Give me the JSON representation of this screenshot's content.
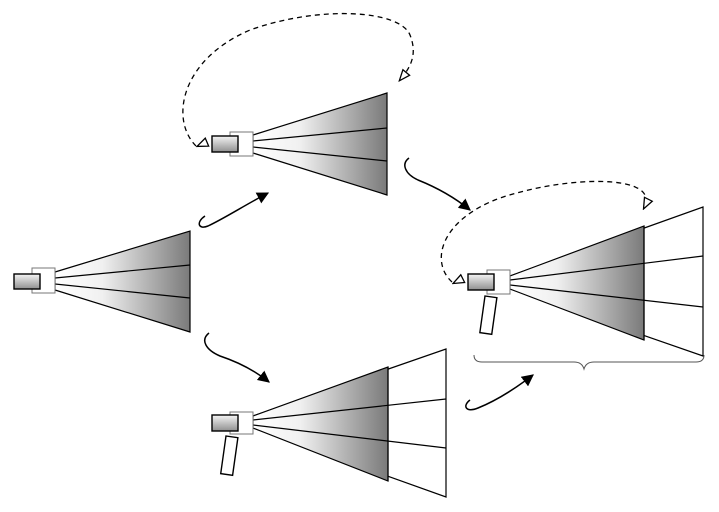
{
  "diagram": {
    "kind": "camera-frustum-composition",
    "colors": {
      "stroke": "#000000",
      "frustum_dark": "#7a7a7a",
      "frustum_light": "#ffffff",
      "camera_body_light": "#f2f2f2",
      "camera_body_dark": "#9a9a9a",
      "background": "#ffffff"
    },
    "elements": [
      "camera-left",
      "camera-top",
      "camera-bottom",
      "camera-right",
      "flow-arrow-left-to-top",
      "flow-arrow-left-to-bottom",
      "flow-arrow-top-to-right",
      "flow-arrow-bottom-to-right",
      "dashed-loop-top",
      "dashed-loop-right",
      "extension-box-bottom",
      "extension-box-right",
      "curly-brace-right"
    ]
  }
}
